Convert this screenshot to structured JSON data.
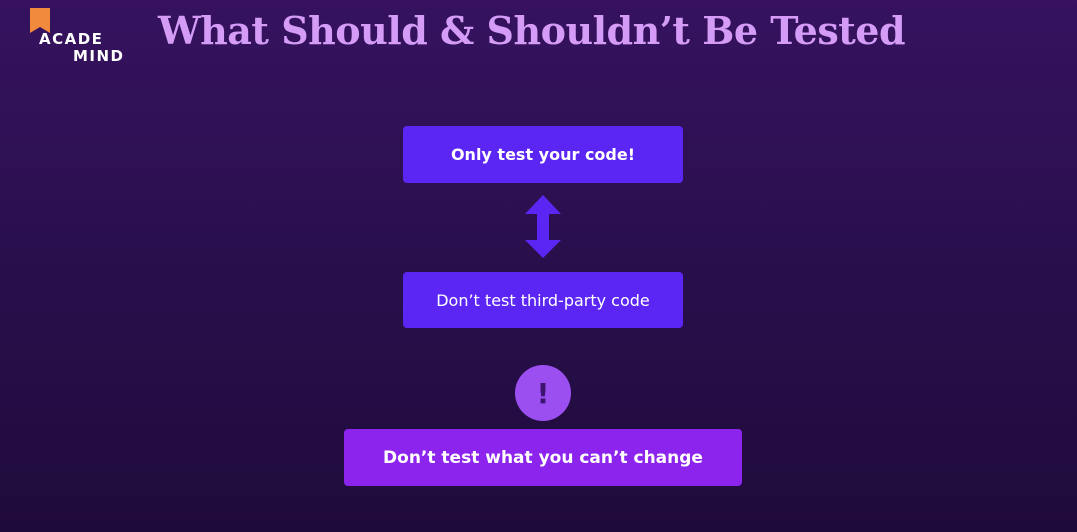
{
  "logo": {
    "line1": "ACADE",
    "line2": "MIND",
    "flag_color": "#f08a3c"
  },
  "title": "What Should & Shouldn’t Be Tested",
  "boxes": {
    "top": "Only test your code!",
    "middle": "Don’t test third-party code",
    "bottom": "Don’t test what you can’t change"
  },
  "warning_symbol": "!",
  "colors": {
    "background_top": "#36125f",
    "background_bottom": "#1f0b3b",
    "title": "#d49bf7",
    "box_primary": "#5b26f4",
    "box_highlight": "#8c24ee",
    "arrow": "#5b26f4",
    "warning_circle": "#9b4ff0"
  },
  "icons": {
    "arrow": "double-headed-vertical-arrow-icon",
    "warning": "exclamation-circle-icon"
  }
}
